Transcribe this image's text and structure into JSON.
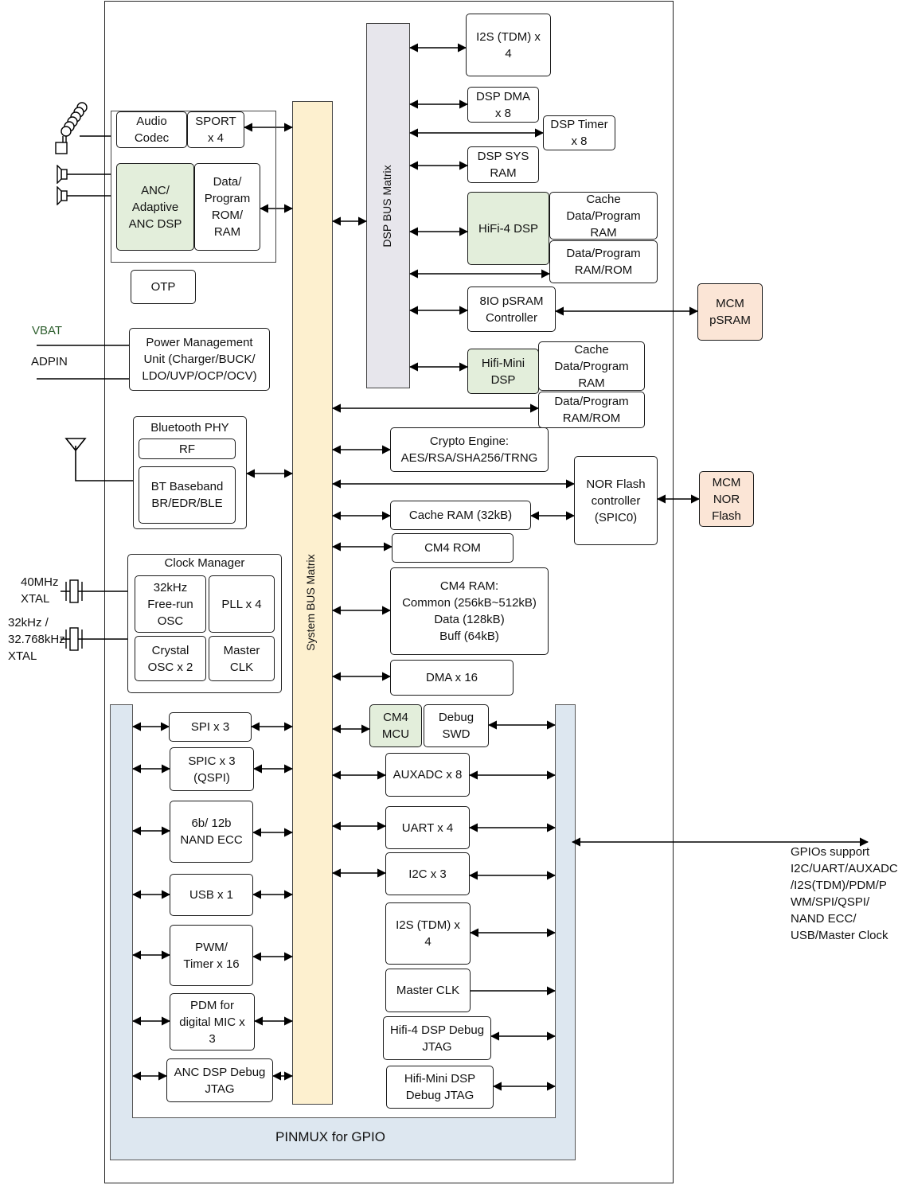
{
  "buses": {
    "system": "System BUS Matrix",
    "dsp": "DSP BUS Matrix"
  },
  "pinmux_label": "PINMUX for GPIO",
  "audio": {
    "audio_codec": "Audio\nCodec",
    "sport": "SPORT\nx 4",
    "anc_dsp": "ANC/\nAdaptive\nANC DSP",
    "anc_mem": "Data/\nProgram\nROM/\nRAM"
  },
  "otp": "OTP",
  "power": {
    "pmu": "Power Management\nUnit (Charger/BUCK/\nLDO/UVP/OCP/OCV)",
    "vbat": "VBAT",
    "adpin": "ADPIN"
  },
  "bluetooth": {
    "title": "Bluetooth PHY",
    "rf": "RF",
    "baseband": "BT Baseband\nBR/EDR/BLE"
  },
  "clock": {
    "title": "Clock Manager",
    "freerun": "32kHz\nFree-run\nOSC",
    "pll": "PLL x 4",
    "crystal": "Crystal\nOSC x 2",
    "master": "Master\nCLK",
    "xtal40": "40MHz\nXTAL",
    "xtal32": "32kHz /\n32.768kHz\nXTAL"
  },
  "dsp_side": {
    "i2s": "I2S (TDM) x\n4",
    "dma": "DSP DMA\nx 8",
    "timer": "DSP Timer\nx 8",
    "sysram": "DSP SYS\nRAM",
    "hifi4": "HiFi-4 DSP",
    "hifi4_cache": "Cache\nData/Program\nRAM",
    "hifi4_mem": "Data/Program\nRAM/ROM",
    "psram_ctrl": "8IO pSRAM\nController",
    "mcm_psram": "MCM\npSRAM",
    "hifimini": "Hifi-Mini\nDSP",
    "hifimini_cache": "Cache\nData/Program\nRAM",
    "hifimini_mem": "Data/Program\nRAM/ROM"
  },
  "core": {
    "crypto": "Crypto Engine:\nAES/RSA/SHA256/TRNG",
    "nor_ctrl": "NOR Flash\ncontroller\n(SPIC0)",
    "mcm_nor": "MCM\nNOR\nFlash",
    "cache_ram": "Cache RAM (32kB)",
    "cm4_rom": "CM4 ROM",
    "cm4_ram": "CM4 RAM:\nCommon (256kB~512kB)\nData (128kB)\nBuff (64kB)",
    "dma": "DMA x 16",
    "cm4_mcu": "CM4\nMCU",
    "debug_swd": "Debug\nSWD"
  },
  "periph_left": {
    "spi": "SPI x 3",
    "spic": "SPIC x 3\n(QSPI)",
    "nand": "6b/ 12b\nNAND ECC",
    "usb": "USB x 1",
    "pwm": "PWM/\nTimer x 16",
    "pdm": "PDM for\ndigital MIC x\n3",
    "anc_jtag": "ANC DSP Debug\nJTAG"
  },
  "periph_right": {
    "auxadc": "AUXADC x 8",
    "uart": "UART x 4",
    "i2c": "I2C x 3",
    "i2s": "I2S (TDM) x\n4",
    "master_clk": "Master CLK",
    "hifi4_jtag": "Hifi-4 DSP Debug\nJTAG",
    "hifimini_jtag": "Hifi-Mini DSP\nDebug JTAG"
  },
  "gpio_note": "GPIOs support\nI2C/UART/AUXADC\n/I2S(TDM)/PDM/P\nWM/SPI/QSPI/\nNAND ECC/\nUSB/Master Clock",
  "colors": {
    "bus_fill": "#fdf0cf",
    "dsp_bus_fill": "#e7e6ec",
    "pinmux_fill": "#dde7f0",
    "dsp_core_fill": "#e3eedb",
    "external_fill": "#fbe5d6",
    "vbat_text": "#2e5f2e"
  }
}
